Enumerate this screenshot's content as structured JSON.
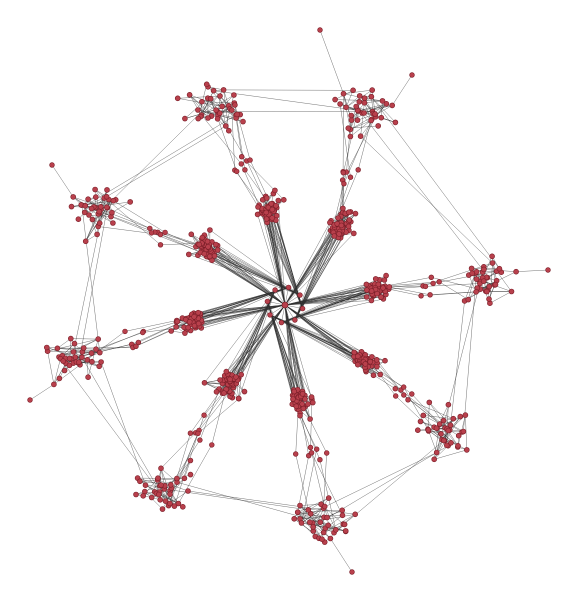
{
  "diagram": {
    "type": "network-graph",
    "layout": "radial",
    "structure": {
      "hub_count": 1,
      "core_cluster_count": 8,
      "outer_cluster_count": 8
    },
    "colors": {
      "background": "#ffffff",
      "node_fill": "#b8404c",
      "node_stroke": "#7a1e28",
      "edge": "#2f2f2f"
    }
  }
}
